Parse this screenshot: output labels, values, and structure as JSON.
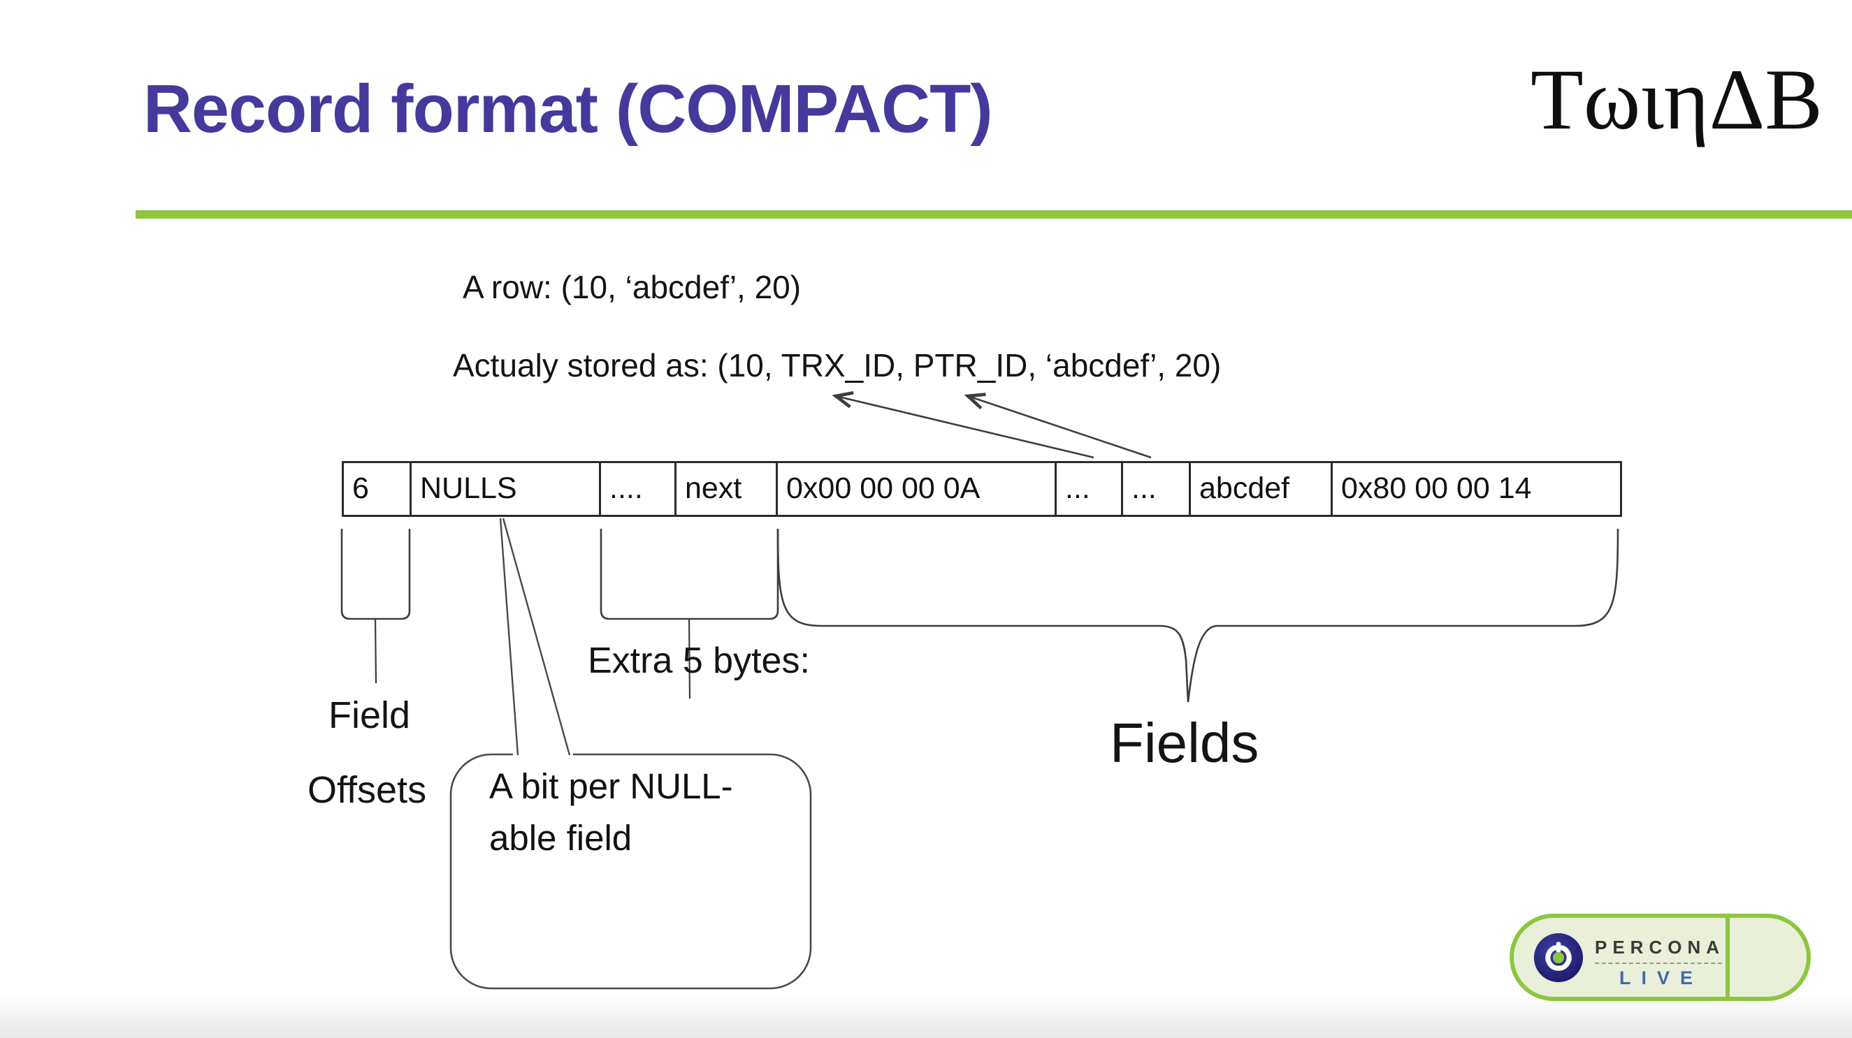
{
  "slide": {
    "title": "Record format (COMPACT)",
    "brand_logo_text": "ΤωιηΔB",
    "row_example": "A row: (10, ‘abcdef’, 20)",
    "stored_as": "Actualy stored as: (10, TRX_ID, PTR_ID, ‘abcdef’, 20)",
    "record_cells": [
      "6",
      "NULLS",
      "....",
      "next",
      "0x00 00 00 0A",
      "...",
      "...",
      "abcdef",
      "0x80 00 00 14"
    ],
    "labels": {
      "field_offsets_line1": "Field",
      "field_offsets_line2": "Offsets",
      "extra_bytes": "Extra 5 bytes:",
      "fields": "Fields",
      "callout_line1": "A bit per NULL-",
      "callout_line2": "able field"
    },
    "footer_badge": {
      "brand": "PERCONA",
      "sub": "LIVE"
    },
    "colors": {
      "title_purple": "#46399c",
      "accent_green": "#8dc63f",
      "live_blue": "#4468b0",
      "diagram_line": "#3d3d3d"
    }
  }
}
